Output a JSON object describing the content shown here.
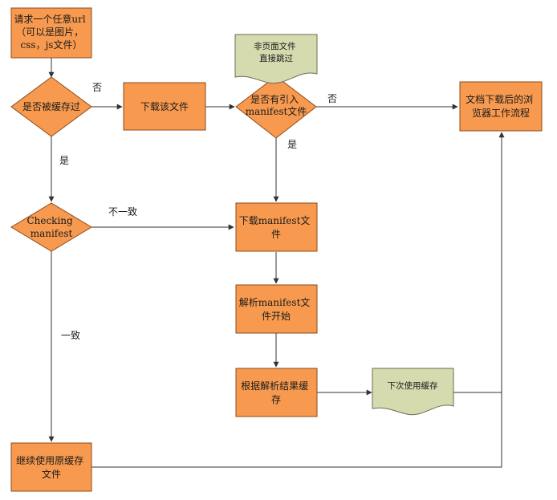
{
  "colors": {
    "process_fill": "#F79A4F",
    "process_stroke": "#8A4B1C",
    "note_fill": "#D5DBAE",
    "note_stroke": "#6B6B52",
    "line": "#333333"
  },
  "nodes": {
    "request": {
      "lines": [
        "请求一个任意url",
        "（可以是图片，",
        "css，js文件）"
      ]
    },
    "is_cached": {
      "lines": [
        "是否被缓存过"
      ]
    },
    "download_file": {
      "lines": [
        "下载该文件"
      ]
    },
    "has_manifest": {
      "lines": [
        "是否有引入",
        "manifest文件"
      ]
    },
    "browser_flow": {
      "lines": [
        "文档下载后的浏",
        "览器工作流程"
      ]
    },
    "checking": {
      "lines": [
        "Checking",
        "manifest"
      ]
    },
    "download_manifest": {
      "lines": [
        "下载manifest文",
        "件"
      ]
    },
    "parse_manifest": {
      "lines": [
        "解析manifest文",
        "件开始"
      ]
    },
    "cache_result": {
      "lines": [
        "根据解析结果缓",
        "存"
      ]
    },
    "continue_cache": {
      "lines": [
        "继续使用原缓存",
        "文件"
      ]
    },
    "non_page_note": {
      "lines": [
        "非页面文件",
        "直接跳过"
      ]
    },
    "next_use_note": {
      "lines": [
        "下次使用缓存"
      ]
    }
  },
  "edge_labels": {
    "no_1": "否",
    "no_2": "否",
    "yes_1": "是",
    "yes_2": "是",
    "inconsistent": "不一致",
    "consistent": "一致"
  }
}
